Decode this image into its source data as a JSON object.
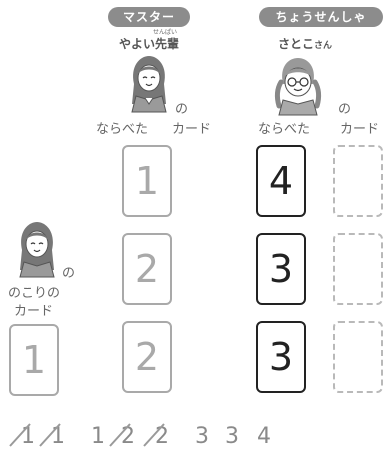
{
  "master": {
    "badge": "マスター",
    "name_main": "やよい",
    "name_kanji": "先輩",
    "name_ruby": "せんぱい",
    "particle": "の",
    "label_order": "ならべた",
    "label_card": "カード",
    "cards": [
      "1",
      "2",
      "2"
    ]
  },
  "challenger": {
    "badge": "ちょうせんしゃ",
    "name_main": "さとこ",
    "name_suffix": "さん",
    "particle": "の",
    "label_order": "ならべた",
    "label_card": "カード",
    "cards": [
      "4",
      "3",
      "3"
    ]
  },
  "remaining": {
    "particle": "の",
    "line1": "のこりの",
    "line2": "カード",
    "cards": [
      "1"
    ]
  },
  "sequence": [
    {
      "value": "1",
      "crossed": true
    },
    {
      "value": "1",
      "crossed": true
    },
    {
      "value": "1",
      "crossed": false
    },
    {
      "value": "2",
      "crossed": true
    },
    {
      "value": "2",
      "crossed": true
    },
    {
      "value": "3",
      "crossed": false
    },
    {
      "value": "3",
      "crossed": false
    },
    {
      "value": "4",
      "crossed": false
    }
  ],
  "colors": {
    "badge": "#8c8c8c",
    "gray": "#a9a9a9",
    "black": "#222222"
  }
}
